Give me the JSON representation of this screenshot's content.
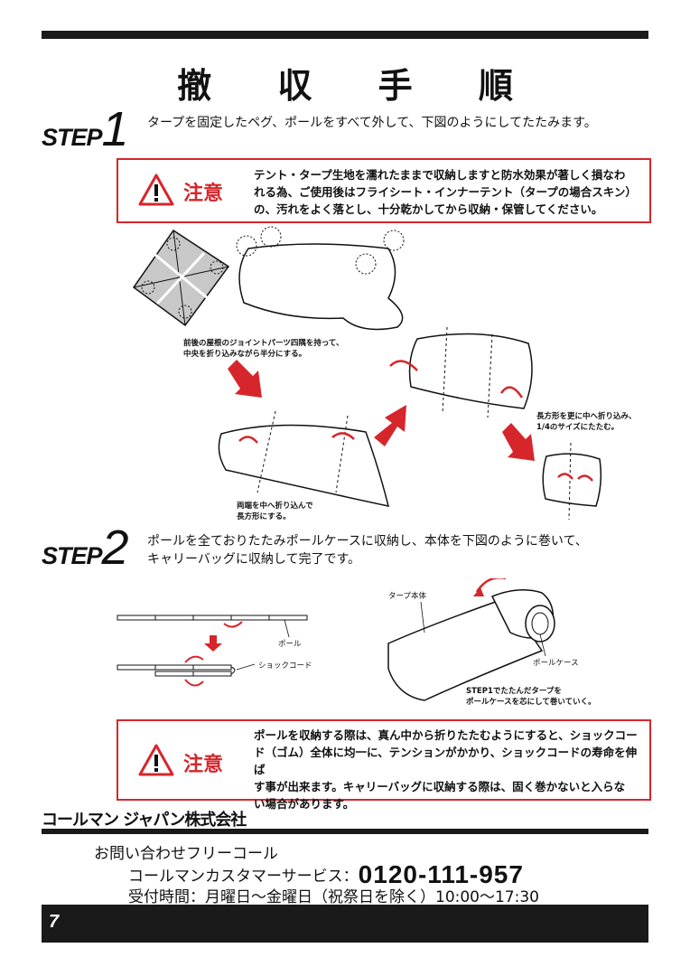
{
  "title": "撤 収 手 順",
  "step1": {
    "word": "STEP",
    "number": "1",
    "text": "タープを固定したペグ、ポールをすべて外して、下図のようにしてたたみます。"
  },
  "caution1": {
    "label": "注意",
    "lines": [
      "テント・タープ生地を濡れたままで収納しますと防水効果が著しく損なわ",
      "れる為、ご使用後はフライシート・インナーテント（タープの場合スキン）",
      "の、汚れをよく落とし、十分乾かしてから収納・保管してください。"
    ]
  },
  "fold_captions": {
    "a": [
      "前後の屋根のジョイントパーツ四隅を持って、",
      "中央を折り込みながら半分にする。"
    ],
    "b": [
      "長方形を更に中へ折り込み、",
      "1/4のサイズにたたむ。"
    ],
    "c": [
      "両端を中へ折り込んで",
      "長方形にする。"
    ]
  },
  "step2": {
    "word": "STEP",
    "number": "2",
    "lines": [
      "ポールを全ておりたたみポールケースに収納し、本体を下図のように巻いて、",
      "キャリーバッグに収納して完了です。"
    ]
  },
  "roll_labels": {
    "pole": "ポール",
    "shock_cord": "ショックコード",
    "tarp_body": "タープ本体",
    "pole_case": "ポールケース",
    "instruction": [
      "STEP1でたたんだタープを",
      "ポールケースを芯にして巻いていく。"
    ]
  },
  "caution2": {
    "label": "注意",
    "lines": [
      "ポールを収納する際は、真ん中から折りたたむようにすると、ショックコー",
      "ド（ゴム）全体に均一に、テンションがかかり、ショックコードの寿命を伸ば",
      "す事が出来ます。キャリーバッグに収納する際は、固く巻かないと入らな",
      "い場合があります。"
    ]
  },
  "company": "コールマン ジャパン株式会社",
  "contact": {
    "line1": "お問い合わせフリーコール",
    "service": "コールマンカスタマーサービス：",
    "phone": "0120-111-957",
    "hours": "受付時間：月曜日～金曜日（祝祭日を除く）10:00～17:30"
  },
  "page_number": "7",
  "colors": {
    "accent": "#d6262b",
    "dark": "#1a1a1a",
    "tarp_fill": "#c8c8c8"
  },
  "icons": [
    "warning-triangle-icon",
    "red-arrow-icon",
    "curved-arrow-icon"
  ]
}
